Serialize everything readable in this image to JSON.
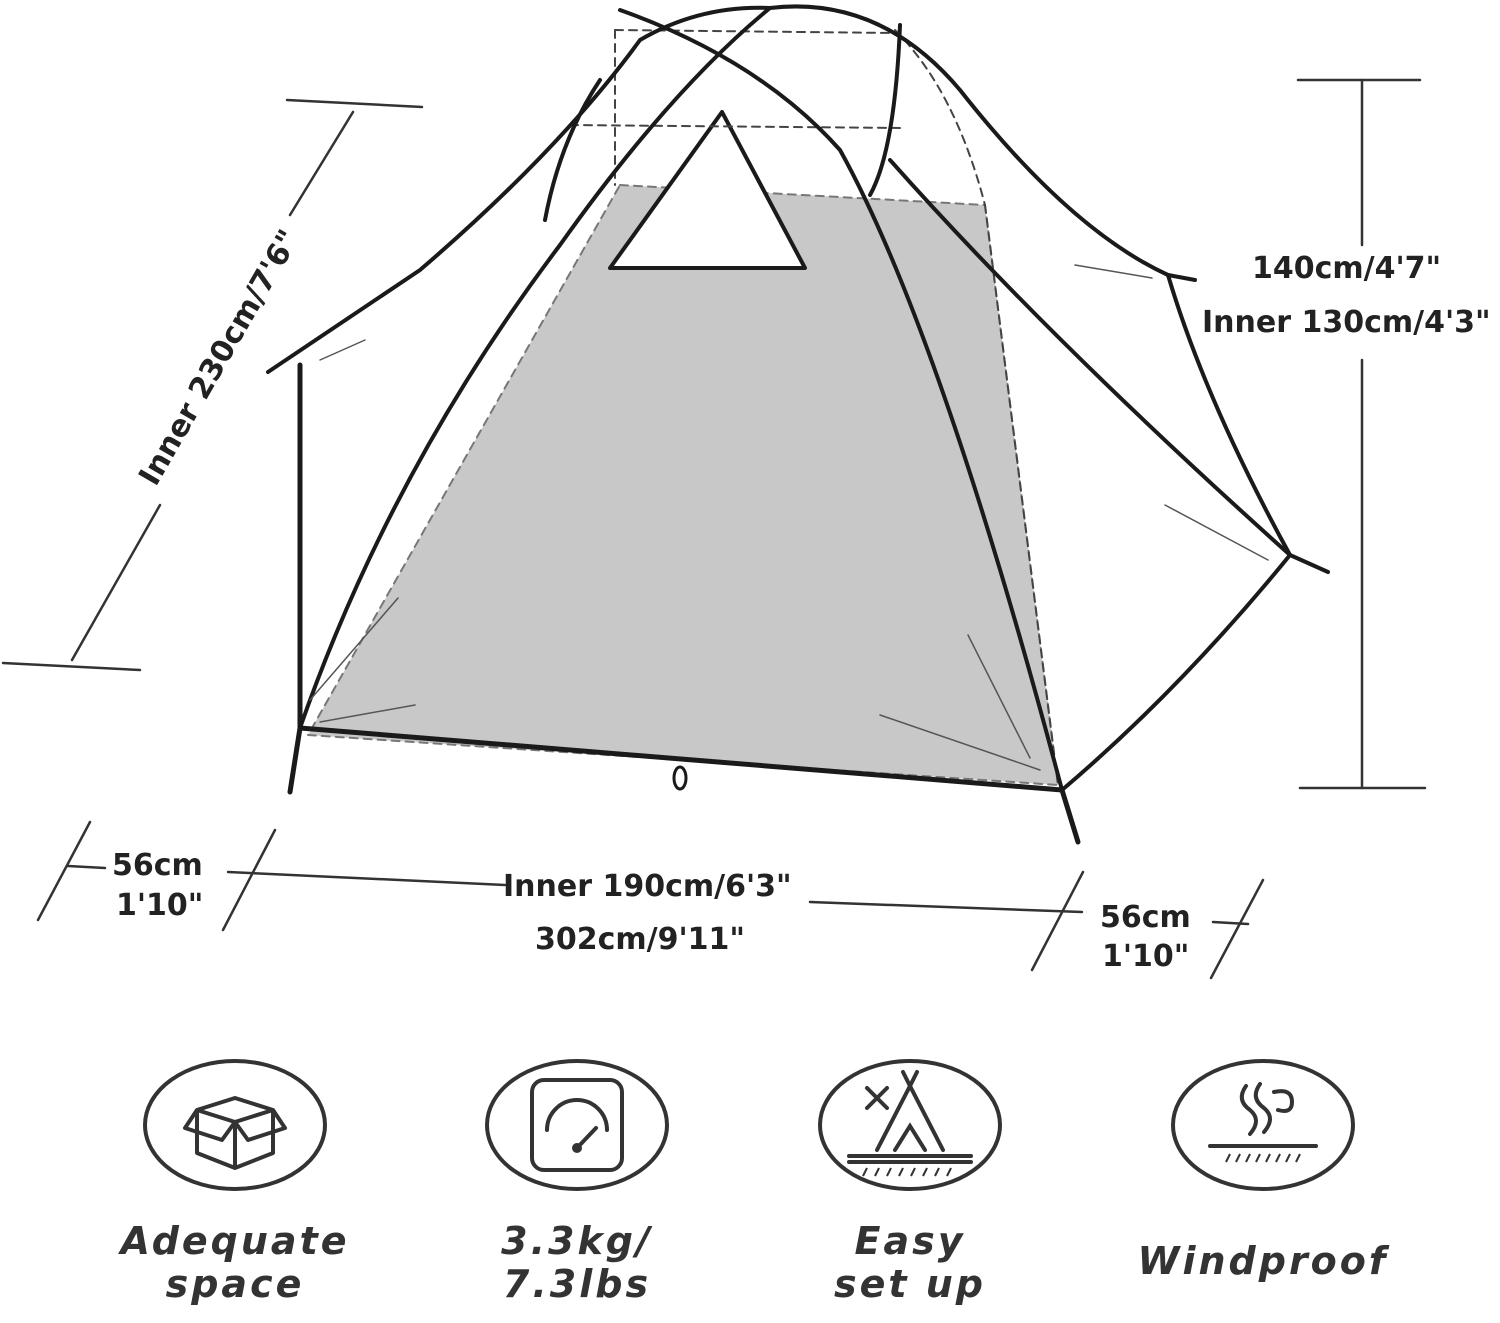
{
  "dimensions": {
    "length_inner": "Inner 230cm/7'6\"",
    "height_outer": "140cm/4'7\"",
    "height_inner": "Inner 130cm/4'3\"",
    "vestibule_left_cm": "56cm",
    "vestibule_left_ft": "1'10\"",
    "width_inner": "Inner 190cm/6'3\"",
    "width_outer": "302cm/9'11\"",
    "vestibule_right_cm": "56cm",
    "vestibule_right_ft": "1'10\""
  },
  "features": [
    {
      "icon": "box-icon",
      "line1": "Adequate",
      "line2": "space"
    },
    {
      "icon": "scale-icon",
      "line1": "3.3kg/",
      "line2": "7.3lbs"
    },
    {
      "icon": "tent-setup-icon",
      "line1": "Easy",
      "line2": "set up"
    },
    {
      "icon": "wind-icon",
      "line1": "Windproof",
      "line2": ""
    }
  ],
  "colors": {
    "line": "#1a1a1a",
    "floor": "#c8c8c8",
    "text": "#222222"
  }
}
